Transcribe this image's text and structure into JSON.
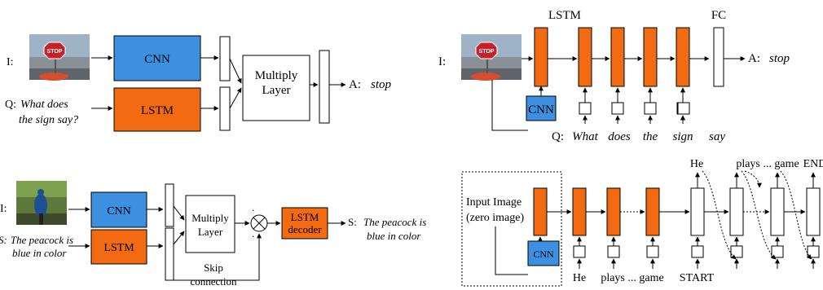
{
  "colors": {
    "cnn": "#3d8fe0",
    "lstm": "#f26a12",
    "outline": "#000000",
    "white": "#ffffff"
  },
  "images": {
    "stop_sign": "stop-sign-photo",
    "peacock": "peacock-photo"
  },
  "tl": {
    "i_label": "I:",
    "q_prefix": "Q:",
    "q_line1": "What does",
    "q_line2": "the sign say?",
    "cnn": "CNN",
    "lstm": "LSTM",
    "mult1": "Multiply",
    "mult2": "Layer",
    "a_prefix": "A:",
    "a_val": "stop"
  },
  "bl": {
    "i_label": "I:",
    "s_prefix": "S:",
    "s_line1": "The peacock is",
    "s_line2": "blue in color",
    "cnn": "CNN",
    "lstm": "LSTM",
    "mult1": "Multiply",
    "mult2": "Layer",
    "skip1": "Skip",
    "skip2": "connection",
    "dec1": "LSTM",
    "dec2": "decoder",
    "out_prefix": "S:",
    "out_line1": "The peacock is",
    "out_line2": "blue in color"
  },
  "tr": {
    "lstm_title": "LSTM",
    "fc_title": "FC",
    "i_label": "I:",
    "cnn": "CNN",
    "q_prefix": "Q:",
    "q_words": [
      "What",
      "does",
      "the",
      "sign",
      "say"
    ],
    "a_prefix": "A:",
    "a_val": "stop"
  },
  "br": {
    "input1": "Input Image",
    "input2": "(zero image)",
    "cnn": "CNN",
    "bottom_words": [
      "He",
      "plays ... game",
      "START"
    ],
    "top_words": [
      "He",
      "plays ... game",
      "END"
    ]
  }
}
